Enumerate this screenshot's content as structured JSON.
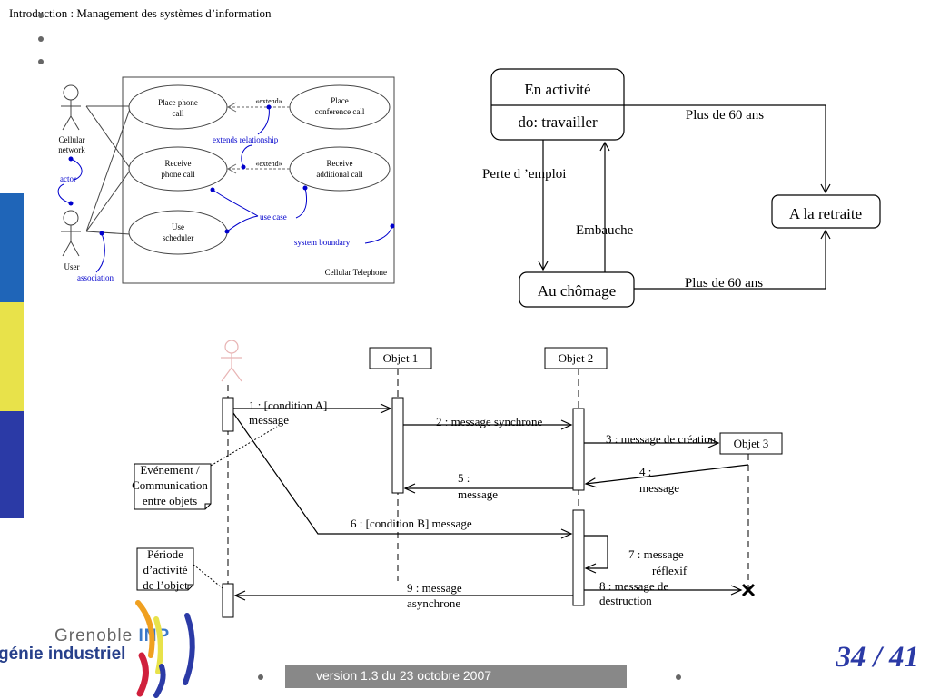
{
  "header": {
    "title": "Introduction : Management des systèmes d’information"
  },
  "footer": {
    "version": "version 1.3 du 23 octobre 2007",
    "page": "34 / 41"
  },
  "logo": {
    "line1_a": "Grenoble ",
    "line1_b": "INP",
    "line2": "génie industriel"
  },
  "colors": {
    "sidebar": [
      "#1f65b8",
      "#e8e24a",
      "#2b3aa6"
    ],
    "annotation_blue": "#0000cc",
    "page_number": "#2b3aa6",
    "footer_bar": "#888888"
  },
  "use_case_diagram": {
    "actors": {
      "cellular_network": [
        "Cellular",
        "network"
      ],
      "user": "User"
    },
    "use_cases": {
      "place_phone_call": [
        "Place phone",
        "call"
      ],
      "place_conference_call": [
        "Place",
        "conference call"
      ],
      "receive_phone_call": [
        "Receive",
        "phone call"
      ],
      "receive_additional_call": [
        "Receive",
        "additional call"
      ],
      "use_scheduler": [
        "Use",
        "scheduler"
      ]
    },
    "extend_label": "«extend»",
    "system_name": "Cellular Telephone",
    "annotations": {
      "extends_relationship": "extends relationship",
      "actor": "actor",
      "use_case": "use case",
      "system_boundary": "system boundary",
      "association": "association"
    }
  },
  "state_diagram": {
    "states": {
      "active_name": "En activité",
      "active_action": "do: travailler",
      "retired": "A la retraite",
      "unemployed": "Au chômage"
    },
    "transitions": {
      "active_to_retired": "Plus de 60 ans",
      "job_loss": "Perte d ’emploi",
      "hiring": "Embauche",
      "unemployed_to_retired": "Plus de 60 ans"
    }
  },
  "sequence_diagram": {
    "objects": {
      "obj1": "Objet 1",
      "obj2": "Objet 2",
      "obj3": "Objet 3"
    },
    "messages": {
      "m1_line1": "1 : [condition A]",
      "m1_line2": "message",
      "m2": "2 : message synchrone",
      "m3": "3 : message de création",
      "m4_line1": "4 :",
      "m4_line2": "message",
      "m5_line1": "5 :",
      "m5_line2": "message",
      "m6": "6 : [condition B] message",
      "m7_line1": "7 : message",
      "m7_line2": "réflexif",
      "m8_line1": "8 : message de",
      "m8_line2": "destruction",
      "m9_line1": "9 : message",
      "m9_line2": "asynchrone"
    },
    "notes": {
      "event": [
        "Evénement /",
        "Communication",
        "entre objets"
      ],
      "activity": [
        "Période",
        "d’activité",
        "de l’objet"
      ]
    }
  }
}
